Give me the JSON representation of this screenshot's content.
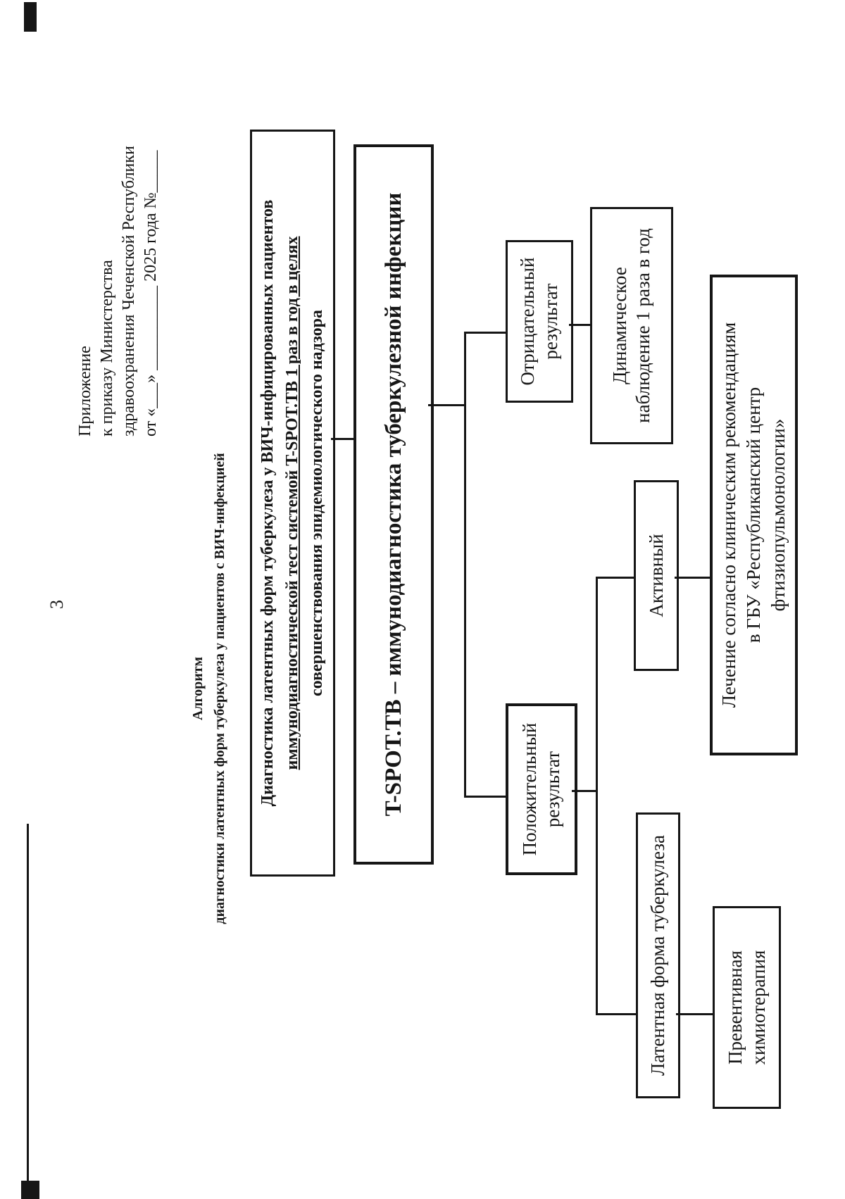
{
  "page_number": "3",
  "header": {
    "lines": [
      "Приложение",
      "к приказу Министерства",
      "здравоохранения Чеченской Республики",
      "от «___» __________ 2025 года №_____"
    ]
  },
  "title": {
    "lines": [
      "Алгоритм",
      "диагностики латентных форм туберкулеза у пациентов с ВИЧ-инфекцией"
    ]
  },
  "flowchart": {
    "main_box": {
      "lines": [
        "Диагностика латентных форм туберкулеза у ВИЧ-инфицированных пациентов",
        "иммунодиагностической тест системой T-SPOT.TB 1 раз в год в целях",
        "совершенствования эпидемиологического надзора"
      ]
    },
    "tspot_box": {
      "text": "T-SPOT.TB – иммунодиагностика туберкулезной инфекции"
    },
    "negative_box": {
      "lines": [
        "Отрицательный",
        "результат"
      ]
    },
    "dynamic_box": {
      "lines": [
        "Динамическое",
        "наблюдение 1 раза в год"
      ]
    },
    "positive_box": {
      "lines": [
        "Положительный",
        "результат"
      ]
    },
    "active_box": {
      "text": "Активный"
    },
    "treatment_box": {
      "lines": [
        "Лечение согласно клиническим рекомендациям",
        "в ГБУ «Республиканский центр",
        "фтизиопульмонологии»"
      ]
    },
    "latent_box": {
      "text": "Латентная форма туберкулеза"
    },
    "preventive_box": {
      "lines": [
        "Превентивная",
        "химиотерапия"
      ]
    }
  },
  "colors": {
    "ink": "#161616",
    "paper": "#ffffff"
  }
}
